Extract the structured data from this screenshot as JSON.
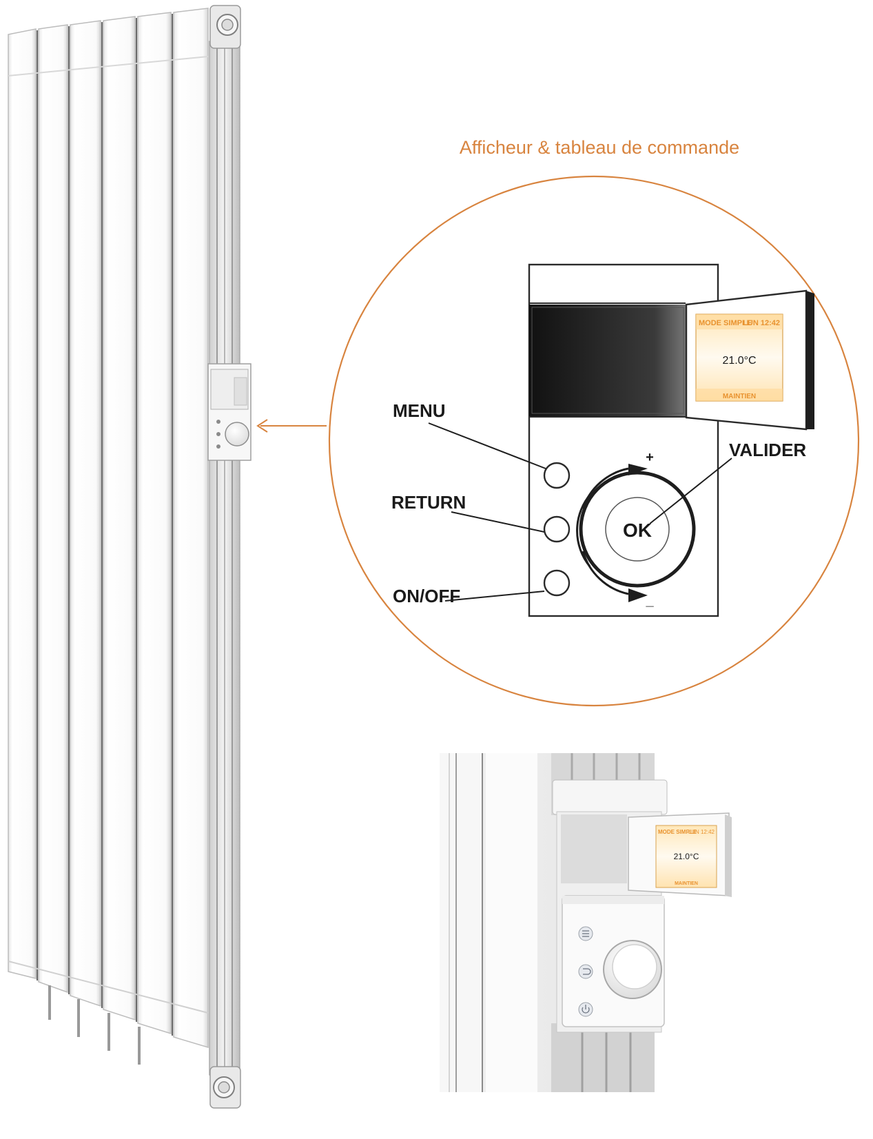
{
  "title": "Afficheur & tableau de commande",
  "callout": {
    "labels": {
      "menu": "MENU",
      "return": "RETURN",
      "onoff": "ON/OFF",
      "valider": "VALIDER",
      "ok": "OK",
      "plus": "+",
      "minus": "_"
    },
    "display": {
      "mode": "MODE SIMPLE",
      "clock": "LUN 12:42",
      "temperature": "21.0°C",
      "status": "MAINTIEN"
    }
  },
  "photo_display": {
    "mode": "MODE SIMPLE",
    "clock": "LUN 12:42",
    "temperature": "21.0°C",
    "status": "MAINTIEN"
  },
  "colors": {
    "accent": "#d8843f",
    "lcd_text": "#e8922f",
    "lcd_background": "#fff7e0"
  }
}
